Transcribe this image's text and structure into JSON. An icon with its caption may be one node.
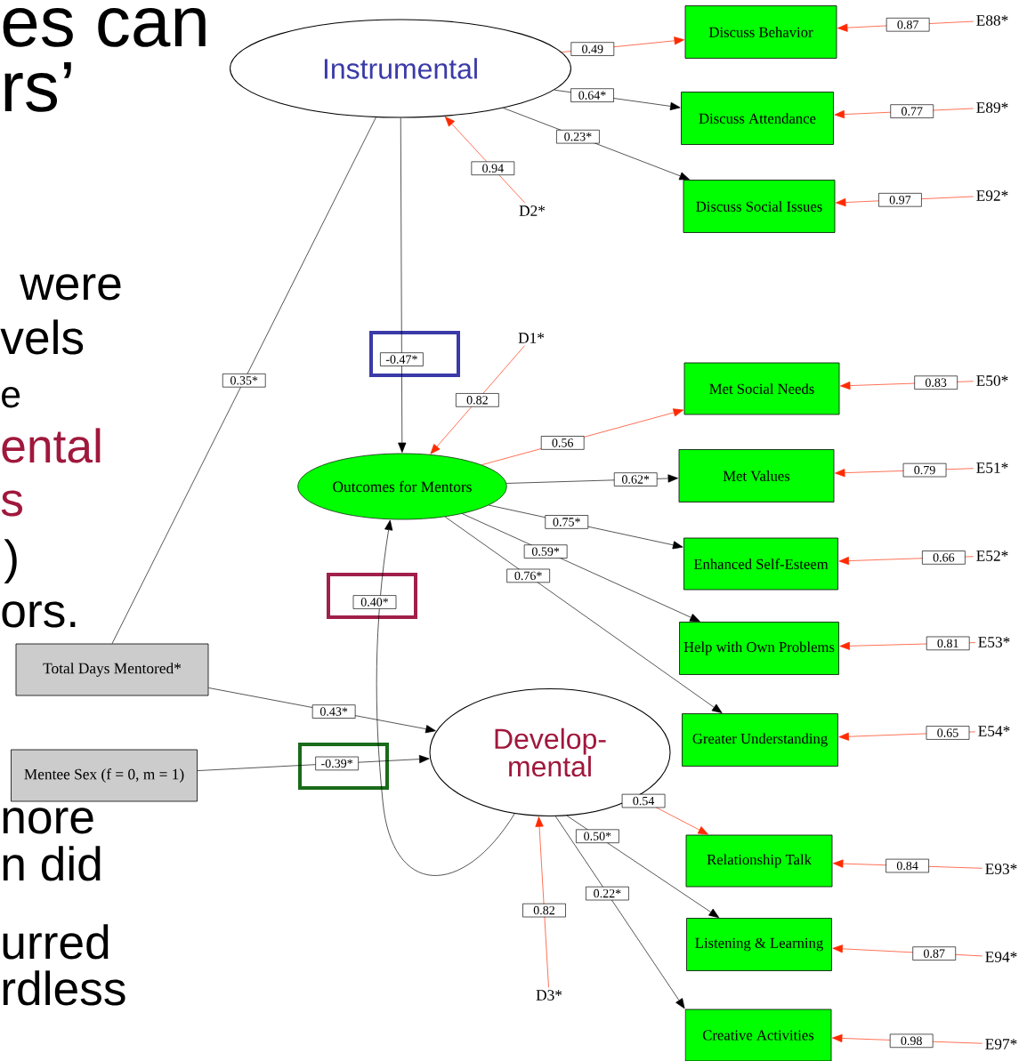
{
  "diagram": {
    "nodes": [
      {
        "text": [
          "Instrumental"
        ]
      },
      {
        "text": [
          "Outcomes for Mentors"
        ]
      },
      {
        "text": [
          "Develop- mental"
        ]
      },
      {
        "text": [
          "Total Days Mentored*"
        ]
      },
      {
        "text": [
          "Mentee Sex (f = 0, m = 1)"
        ]
      },
      {
        "text": [
          "Discuss Behavior"
        ]
      },
      {
        "text": [
          "Discuss Attendance"
        ]
      },
      {
        "text": [
          "Discuss Social Issues"
        ]
      },
      {
        "text": [
          "Met Social Needs"
        ]
      },
      {
        "text": [
          "Met Values"
        ]
      },
      {
        "text": [
          "Enhanced Self-Esteem"
        ]
      },
      {
        "text": [
          "Help with Own Problems"
        ]
      },
      {
        "text": [
          "Greater Understanding"
        ]
      },
      {
        "text": [
          "Relationship Talk"
        ]
      },
      {
        "text": [
          "Listening & Learning"
        ]
      },
      {
        "text": [
          "Creative Activities"
        ]
      },
      {
        "text": [
          "D2*"
        ]
      },
      {
        "text": [
          "D1*"
        ]
      },
      {
        "text": [
          "D3*"
        ]
      },
      {
        "text": [
          "E88*"
        ]
      },
      {
        "text": [
          "E89*"
        ]
      },
      {
        "text": [
          "E92*"
        ]
      },
      {
        "text": [
          "E50*"
        ]
      },
      {
        "text": [
          "E51*"
        ]
      },
      {
        "text": [
          "E52*"
        ]
      },
      {
        "text": [
          "E53*"
        ]
      },
      {
        "text": [
          "E54*"
        ]
      },
      {
        "text": [
          "E93*"
        ]
      },
      {
        "text": [
          "E94*"
        ]
      },
      {
        "text": [
          "E97*"
        ]
      }
    ],
    "edges": [
      {
        "from": 0,
        "to": 5,
        "arrow": "to",
        "label": "0.49"
      },
      {
        "from": 0,
        "to": 6,
        "arrow": "to",
        "label": "0.64*",
        "color": "#000000"
      },
      {
        "from": 0,
        "to": 7,
        "arrow": "to",
        "label": "0.23*",
        "color": "#000000"
      },
      {
        "from": 16,
        "to": 0,
        "arrow": "to",
        "label": "0.94"
      },
      {
        "from": 0,
        "to": 1,
        "arrow": "to",
        "label": "-0.47*",
        "color": "#000000"
      },
      {
        "from": 17,
        "to": 1,
        "arrow": "to",
        "label": "0.82"
      },
      {
        "from": 1,
        "to": 8,
        "arrow": "to",
        "label": "0.56"
      },
      {
        "from": 1,
        "to": 9,
        "arrow": "to",
        "label": "0.62*",
        "color": "#000000"
      },
      {
        "from": 1,
        "to": 10,
        "arrow": "to",
        "label": "0.75*",
        "color": "#000000"
      },
      {
        "from": 1,
        "to": 11,
        "arrow": "to",
        "label": "0.59*",
        "color": "#000000"
      },
      {
        "from": 1,
        "to": 12,
        "arrow": "to",
        "label": "0.76*",
        "color": "#000000"
      },
      {
        "from": 3,
        "to": 0,
        "arrow": "none",
        "label": "0.35*",
        "color": "#000000"
      },
      {
        "from": 3,
        "to": 2,
        "arrow": "to",
        "label": "0.43*",
        "color": "#000000"
      },
      {
        "from": 4,
        "to": 2,
        "arrow": "to",
        "label": "-0.39*",
        "color": "#000000"
      },
      {
        "from": 2,
        "to": 1,
        "arrow": "to",
        "label": "0.40*",
        "color": "#000000"
      },
      {
        "from": 18,
        "to": 2,
        "arrow": "to",
        "label": "0.82"
      },
      {
        "from": 2,
        "to": 13,
        "arrow": "to",
        "label": "0.54"
      },
      {
        "from": 2,
        "to": 14,
        "arrow": "to",
        "label": "0.50*",
        "color": "#000000"
      },
      {
        "from": 2,
        "to": 15,
        "arrow": "to",
        "label": "0.22*",
        "color": "#000000"
      },
      {
        "from": 19,
        "to": 5,
        "arrow": "to",
        "label": "0.87"
      },
      {
        "from": 20,
        "to": 6,
        "arrow": "to",
        "label": "0.77"
      },
      {
        "from": 21,
        "to": 7,
        "arrow": "to",
        "label": "0.97"
      },
      {
        "from": 22,
        "to": 8,
        "arrow": "to",
        "label": "0.83"
      },
      {
        "from": 23,
        "to": 9,
        "arrow": "to",
        "label": "0.79"
      },
      {
        "from": 24,
        "to": 10,
        "arrow": "to",
        "label": "0.66"
      },
      {
        "from": 25,
        "to": 11,
        "arrow": "to",
        "label": "0.81"
      },
      {
        "from": 26,
        "to": 12,
        "arrow": "to",
        "label": "0.65"
      },
      {
        "from": 27,
        "to": 13,
        "arrow": "to",
        "label": "0.84"
      },
      {
        "from": 28,
        "to": 14,
        "arrow": "to",
        "label": "0.87"
      },
      {
        "from": 29,
        "to": 15,
        "arrow": "to",
        "label": "0.98"
      }
    ],
    "labels": [
      "es can",
      "rs’",
      "were",
      "vels",
      "e",
      "ental",
      "s",
      ")",
      "ors.",
      "nore",
      "n did",
      "urred",
      "rdless"
    ]
  }
}
